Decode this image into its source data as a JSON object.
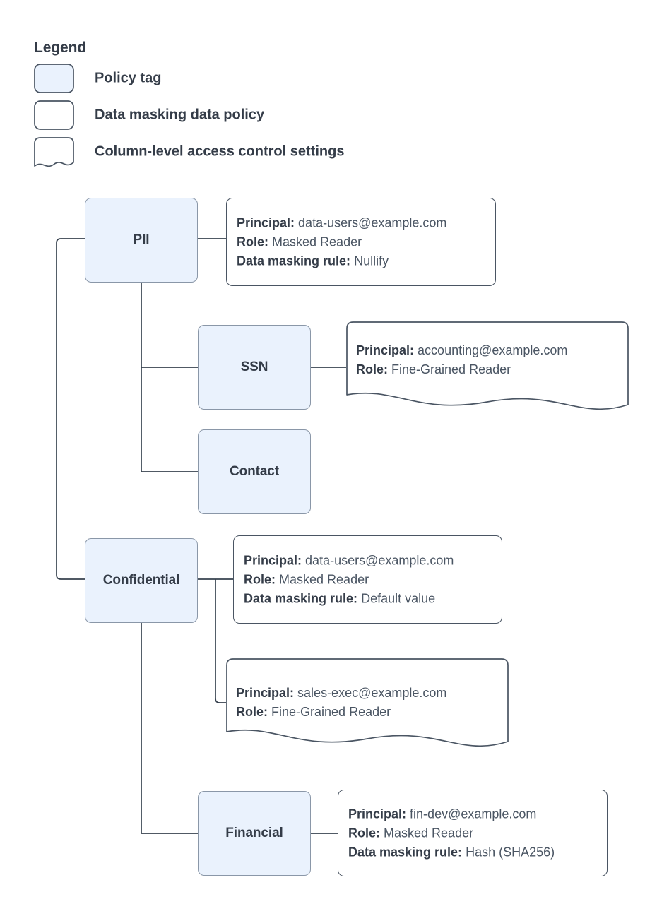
{
  "legend": {
    "title": "Legend",
    "items": [
      {
        "label": "Policy tag",
        "shape": "filled-rounded-rect",
        "icon": "policy-tag-swatch-icon"
      },
      {
        "label": "Data masking data policy",
        "shape": "rounded-rect",
        "icon": "data-masking-policy-swatch-icon"
      },
      {
        "label": "Column-level access control settings",
        "shape": "wavy-bottom-rect",
        "icon": "column-access-control-swatch-icon"
      }
    ]
  },
  "colors": {
    "tag_fill": "#eaf2fd",
    "tag_border": "#8a97a8",
    "callout_border": "#4a5563",
    "text": "#343c48",
    "value_text": "#4a5563",
    "connector": "#37424f"
  },
  "nodes": [
    {
      "id": "pii",
      "label": "PII"
    },
    {
      "id": "ssn",
      "label": "SSN"
    },
    {
      "id": "contact",
      "label": "Contact"
    },
    {
      "id": "confidential",
      "label": "Confidential"
    },
    {
      "id": "financial",
      "label": "Financial"
    }
  ],
  "callouts": [
    {
      "id": "pii-masking",
      "type": "data-masking-data-policy",
      "lines": [
        {
          "key": "Principal:",
          "value": "data-users@example.com"
        },
        {
          "key": "Role:",
          "value": "Masked Reader"
        },
        {
          "key": "Data masking rule:",
          "value": "Nullify"
        }
      ]
    },
    {
      "id": "ssn-access",
      "type": "column-level-access-control-settings",
      "lines": [
        {
          "key": "Principal:",
          "value": "accounting@example.com"
        },
        {
          "key": "Role:",
          "value": "Fine-Grained Reader"
        }
      ]
    },
    {
      "id": "confidential-masking",
      "type": "data-masking-data-policy",
      "lines": [
        {
          "key": "Principal:",
          "value": "data-users@example.com"
        },
        {
          "key": "Role:",
          "value": "Masked Reader"
        },
        {
          "key": "Data masking rule:",
          "value": "Default value"
        }
      ]
    },
    {
      "id": "confidential-access",
      "type": "column-level-access-control-settings",
      "lines": [
        {
          "key": "Principal:",
          "value": "sales-exec@example.com"
        },
        {
          "key": "Role:",
          "value": "Fine-Grained Reader"
        }
      ]
    },
    {
      "id": "financial-masking",
      "type": "data-masking-data-policy",
      "lines": [
        {
          "key": "Principal:",
          "value": "fin-dev@example.com"
        },
        {
          "key": "Role:",
          "value": "Masked Reader"
        },
        {
          "key": "Data masking rule:",
          "value": "Hash (SHA256)"
        }
      ]
    }
  ]
}
